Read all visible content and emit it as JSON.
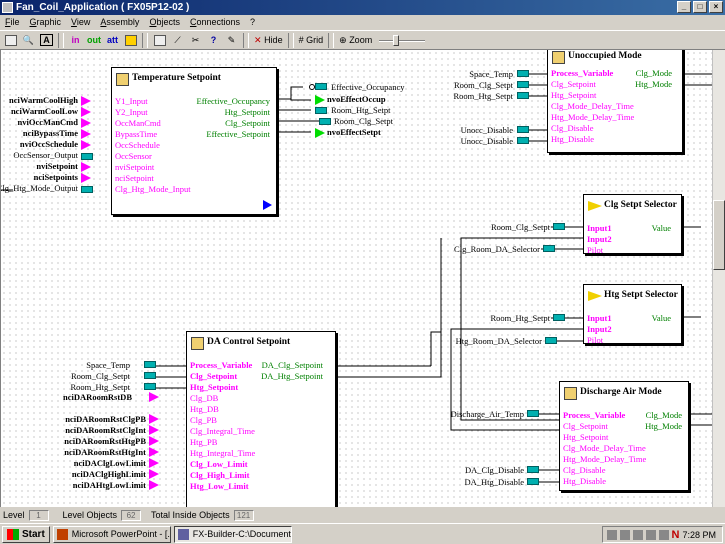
{
  "window": {
    "title": "Fan_Coil_Application ( FX05P12-02 )"
  },
  "menu": [
    "File",
    "Graphic",
    "View",
    "Assembly",
    "Objects",
    "Connections",
    "?"
  ],
  "toolbar": {
    "in": "in",
    "out": "out",
    "att": "att",
    "hide": "Hide",
    "grid": "Grid",
    "zoom": "Zoom"
  },
  "blocks": {
    "temp_setpoint": {
      "title": "Temperature Setpoint",
      "inputs": [
        "Y1_Input",
        "Y2_Input",
        "OccManCmd",
        "BypassTime",
        "OccSchedule",
        "OccSensor",
        "nviSetpoint",
        "nciSetpoint",
        "Clg_Htg_Mode_Input"
      ],
      "outputs": [
        "Effective_Occupancy",
        "Htg_Setpoint",
        "Clg_Setpoint",
        "Effective_Setpoint"
      ]
    },
    "unoccupied_mode": {
      "title": "Unoccupied Mode",
      "inputs": [
        "Process_Variable",
        "Clg_Setpoint",
        "Htg_Setpoint",
        "Clg_Mode_Delay_Time",
        "Htg_Mode_Delay_Time",
        "Clg_Disable",
        "Htg_Disable"
      ],
      "outputs": [
        "Clg_Mode",
        "Htg_Mode"
      ]
    },
    "clg_selector": {
      "title": "Clg Setpt Selector",
      "inputs": [
        "Input1",
        "Input2",
        "Pilot"
      ],
      "outputs": [
        "Value"
      ]
    },
    "htg_selector": {
      "title": "Htg Setpt Selector",
      "inputs": [
        "Input1",
        "Input2",
        "Pilot"
      ],
      "outputs": [
        "Value"
      ]
    },
    "da_control": {
      "title": "DA Control Setpoint",
      "inputs": [
        "Process_Variable",
        "Clg_Setpoint",
        "Htg_Setpoint",
        "Clg_DB",
        "Htg_DB",
        "Clg_PB",
        "Clg_Integral_Time",
        "Htg_PB",
        "Htg_Integral_Time",
        "Clg_Low_Limit",
        "Clg_High_Limit",
        "Htg_Low_Limit"
      ],
      "outputs": [
        "DA_Clg_Setpoint",
        "DA_Htg_Setpoint"
      ]
    },
    "discharge_air": {
      "title": "Discharge Air Mode",
      "inputs": [
        "Process_Variable",
        "Clg_Setpoint",
        "Htg_Setpoint",
        "Clg_Mode_Delay_Time",
        "Htg_Mode_Delay_Time",
        "Clg_Disable",
        "Htg_Disable"
      ],
      "outputs": [
        "Clg_Mode",
        "Htg_Mode"
      ]
    }
  },
  "ts_labels": [
    "nciWarmCoolHigh",
    "nciWarmCoolLow",
    "nviOccManCmd",
    "nciBypassTime",
    "nviOccSchedule",
    "OccSensor_Output",
    "nviSetpoint",
    "nciSetpoints",
    "Clg_Htg_Mode_Output"
  ],
  "ts_out_labels": [
    "Effective_Occupancy",
    "nvoEffectOccup",
    "Room_Htg_Setpt",
    "Room_Clg_Setpt",
    "nvoEffectSetpt"
  ],
  "uo_labels": [
    "Space_Temp",
    "Room_Clg_Setpt",
    "Room_Htg_Setpt",
    "Unocc_Disable",
    "Unocc_Disable"
  ],
  "sel_labels": [
    "Room_Clg_Setpt",
    "Clg_Room_DA_Selector",
    "Room_Htg_Setpt",
    "Htg_Room_DA_Selector"
  ],
  "da_labels": [
    "Space_Temp",
    "Room_Clg_Setpt",
    "Room_Htg_Setpt",
    "nciDARoomRstDB",
    "nciDARoomRstClgPB",
    "nciDARoomRstClgInt",
    "nciDARoomRstHtgPB",
    "nciDARoomRstHtgInt",
    "nciDAClgLowLimit",
    "nciDAClgHighLimit",
    "nciDAHtgLowLimit"
  ],
  "dam_labels": [
    "Discharge_Air_Temp",
    "DA_Clg_Disable",
    "DA_Htg_Disable"
  ],
  "status": {
    "level": "Level",
    "level_val": "1",
    "level_objects": "Level Objects",
    "lo_val": "62",
    "total": "Total Inside Objects",
    "total_val": "121"
  },
  "taskbar": {
    "start": "Start",
    "task1": "Microsoft PowerPoint - [...",
    "task2": "FX-Builder-C:\\Documents...",
    "time": "7:28 PM"
  }
}
